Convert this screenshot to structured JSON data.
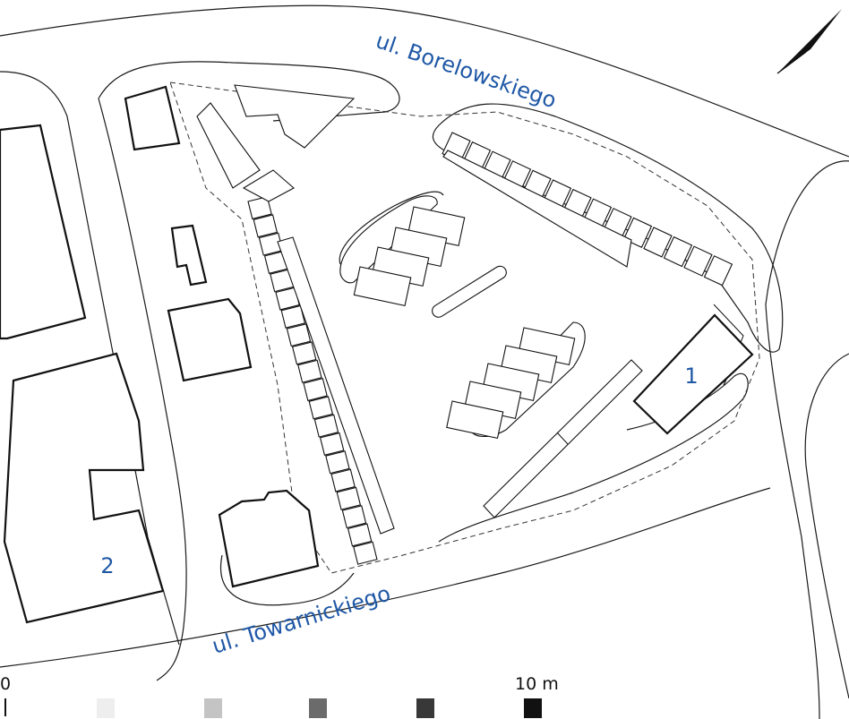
{
  "colors": {
    "label": "#1f58a6",
    "highlight_fill": "#cfcfcf",
    "line": "#111111"
  },
  "streets": {
    "north": "ul. Borelowskiego",
    "south": "ul. Towarnickiego"
  },
  "buildings": {
    "marked_1": "1",
    "marked_2": "2"
  },
  "scale": {
    "start": "0",
    "end": "10 m",
    "swatches": [
      "#eeeeee",
      "#c4c4c4",
      "#6b6b6b",
      "#383838",
      "#111111"
    ]
  },
  "icons": {
    "north_arrow": "north-arrow-icon"
  }
}
